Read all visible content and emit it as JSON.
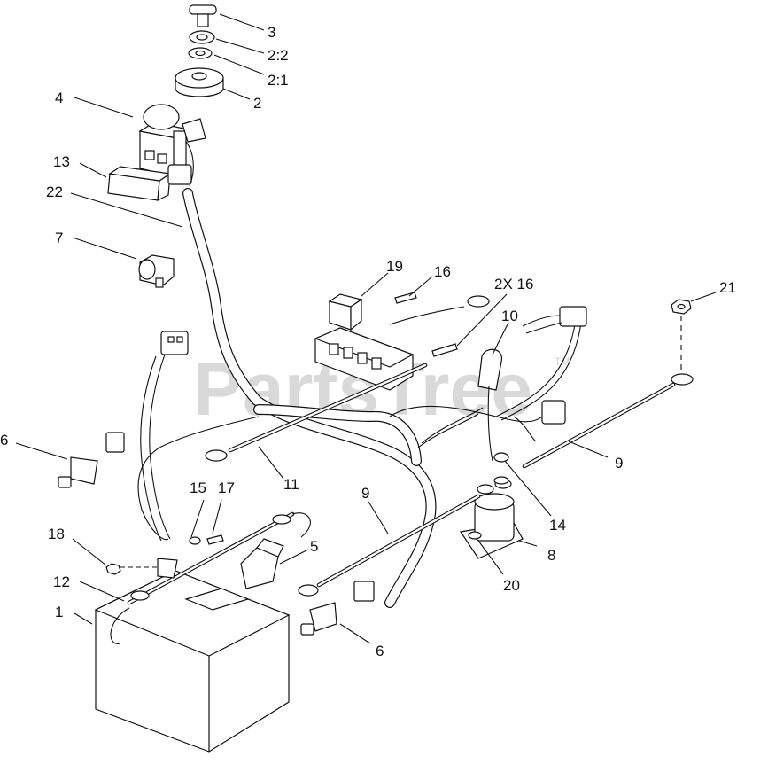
{
  "watermark": {
    "text": "PartsTree",
    "tm": "TM"
  },
  "callouts": {
    "c1": "1",
    "c2": "2",
    "c2_1": "2:1",
    "c2_2": "2:2",
    "c3": "3",
    "c4": "4",
    "c5": "5",
    "c6a": "6",
    "c6b": "6",
    "c7": "7",
    "c8": "8",
    "c9a": "9",
    "c9b": "9",
    "c10": "10",
    "c11": "11",
    "c12": "12",
    "c13": "13",
    "c14": "14",
    "c15": "15",
    "c16": "16",
    "c2x16": "2X 16",
    "c17": "17",
    "c18": "18",
    "c19": "19",
    "c20": "20",
    "c21": "21",
    "c22": "22"
  }
}
